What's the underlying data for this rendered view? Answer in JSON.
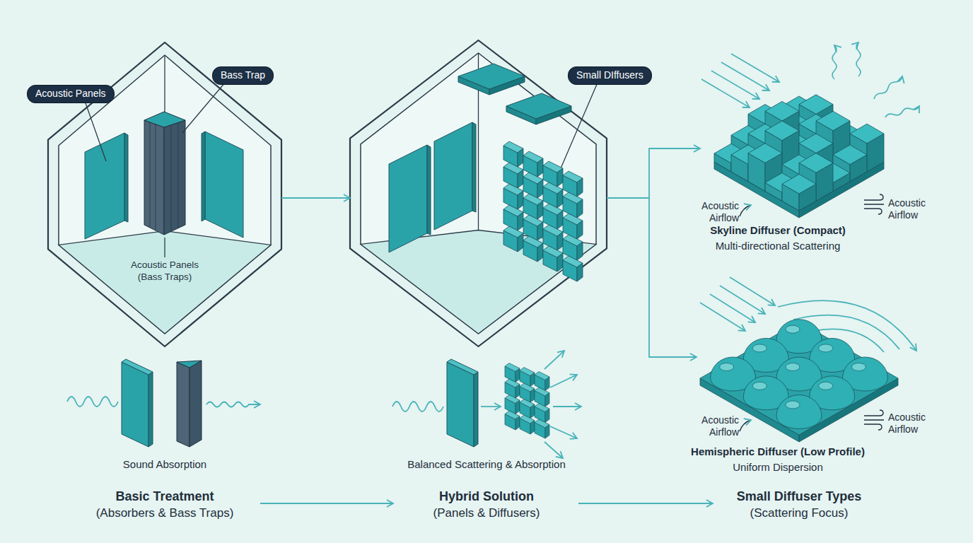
{
  "diagram": {
    "nodes": [
      {
        "text": [
          "Acoustic Panels (Bass Traps)"
        ]
      },
      {
        "text": [
          "Acoustic Panels"
        ],
        "in": 0
      },
      {
        "text": [
          "Bass Trap"
        ],
        "in": 0
      },
      {
        "text": []
      },
      {
        "text": [
          "Small DIffusers"
        ],
        "in": 3
      },
      {
        "text": [
          "Skyline Diffuser (Compact)",
          "Multi-directional Scattering"
        ]
      },
      {
        "text": [
          "Hemispheric Diffuser (Low Profile)",
          "Uniform Dispersion"
        ]
      }
    ],
    "edges": [
      {
        "from": 0,
        "to": 3,
        "arrow": "to"
      },
      {
        "from": 3,
        "to": 5,
        "arrow": "to"
      },
      {
        "from": 3,
        "to": 6,
        "arrow": "to"
      }
    ],
    "labels": [
      "Sound Absorption",
      "Balanced Scattering & Absorption",
      "Acoustic Airflow",
      "Acoustic Airflow",
      "Acoustic Airflow",
      "Acoustic Airflow",
      "Basic Treatment",
      "(Absorbers & Bass Traps)",
      "Hybrid Solution",
      "(Panels & Diffusers)",
      "Small Diffuser Types",
      "(Scattering Focus)"
    ]
  }
}
